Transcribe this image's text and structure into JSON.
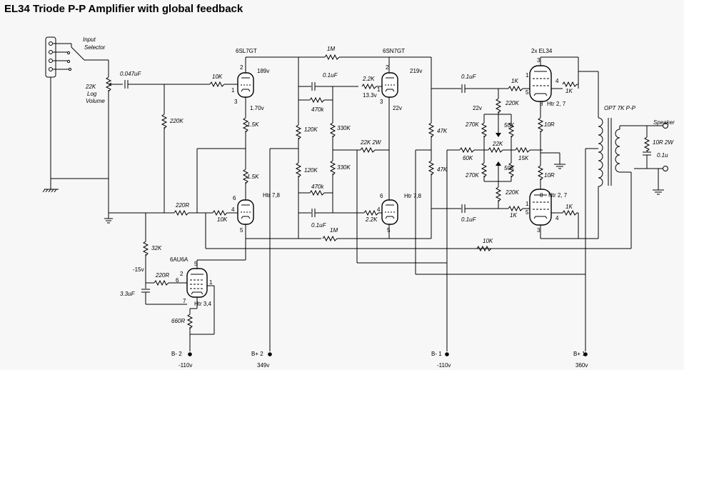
{
  "title": "EL34 Triode P-P Amplifier with global feedback",
  "input": {
    "selector": [
      "Input",
      "Selector"
    ],
    "pot": [
      "22K",
      "Log",
      "Volume"
    ],
    "cap": "0.047uF"
  },
  "tubes": {
    "v1_top": {
      "type": "6SL7GT",
      "pins": [
        "2",
        "1",
        "3"
      ],
      "plate_v": "189v",
      "cathode_v": "1.70v"
    },
    "v1_bot": {
      "pins": [
        "6",
        "4",
        "5"
      ],
      "heater": "Htr 7,8"
    },
    "v2_top": {
      "type": "6SN7GT",
      "pins": [
        "2",
        "1",
        "3"
      ],
      "plate_v": "219v",
      "grid_v": "13.3v",
      "cathode_v": "22v"
    },
    "v2_bot": {
      "pins": [
        "6",
        "4",
        "5"
      ],
      "heater": "Htr 7,8"
    },
    "power": {
      "type": "2x EL34",
      "top_pins": [
        "3",
        "1",
        "5",
        "8",
        "4"
      ],
      "bot_pins": [
        "8",
        "1",
        "5",
        "3",
        "4"
      ],
      "heater": "Htr 2, 7",
      "bias_v": "22v"
    },
    "v3": {
      "type": "6AU6A",
      "pins": [
        "5",
        "2",
        "6",
        "1",
        "7"
      ],
      "heater": "Htr 3,4",
      "bias_v": "-15v"
    }
  },
  "resistors": {
    "r10k_in": "10K",
    "r220k_v": "220K",
    "r1m_top": "1M",
    "r1m_bot": "1M",
    "r1_5k_a": "1.5K",
    "r1_5k_b": "1.5K",
    "r220r": "220R",
    "r10k_g": "10K",
    "r120k_a": "120K",
    "r120k_b": "120K",
    "r470k_a": "470k",
    "r470k_b": "470k",
    "r330k_a": "330K",
    "r330k_b": "330K",
    "r2_2k_a": "2.2K",
    "r2_2k_b": "2.2K",
    "r22k_2w": "22K 2W",
    "r47k_a": "47K",
    "r47k_b": "47K",
    "r1k_a": "1K",
    "r1k_b": "1K",
    "r1k_c": "1K",
    "r1k_d": "1K",
    "r220k_a": "220K",
    "r220k_b": "220K",
    "r270k_a": "270K",
    "r270k_b": "270K",
    "r50k_a": "50K",
    "r50k_b": "50K",
    "r22k_bal": "22K",
    "r60k": "60K",
    "r15k": "15K",
    "r10r_a": "10R",
    "r10r_b": "10R",
    "r10k_fb": "10K",
    "r32k": "32K",
    "r220r_b": "220R",
    "r660r": "660R",
    "r10r_spk": "10R 2W"
  },
  "caps": {
    "c01_a": "0.1uF",
    "c01_b": "0.1uF",
    "c01_c": "0.1uF",
    "c01_d": "0.1uF",
    "c3_3": "3.3uF",
    "c_spk": "0.1u"
  },
  "transformer": {
    "label": "OPT 7K P-P"
  },
  "speaker": {
    "label": "Speaker"
  },
  "supplies": [
    {
      "name": "B- 2",
      "voltage": "-110v"
    },
    {
      "name": "B+ 2",
      "voltage": "349v"
    },
    {
      "name": "B- 1",
      "voltage": "-110v"
    },
    {
      "name": "B+ 1",
      "voltage": "360v"
    }
  ]
}
